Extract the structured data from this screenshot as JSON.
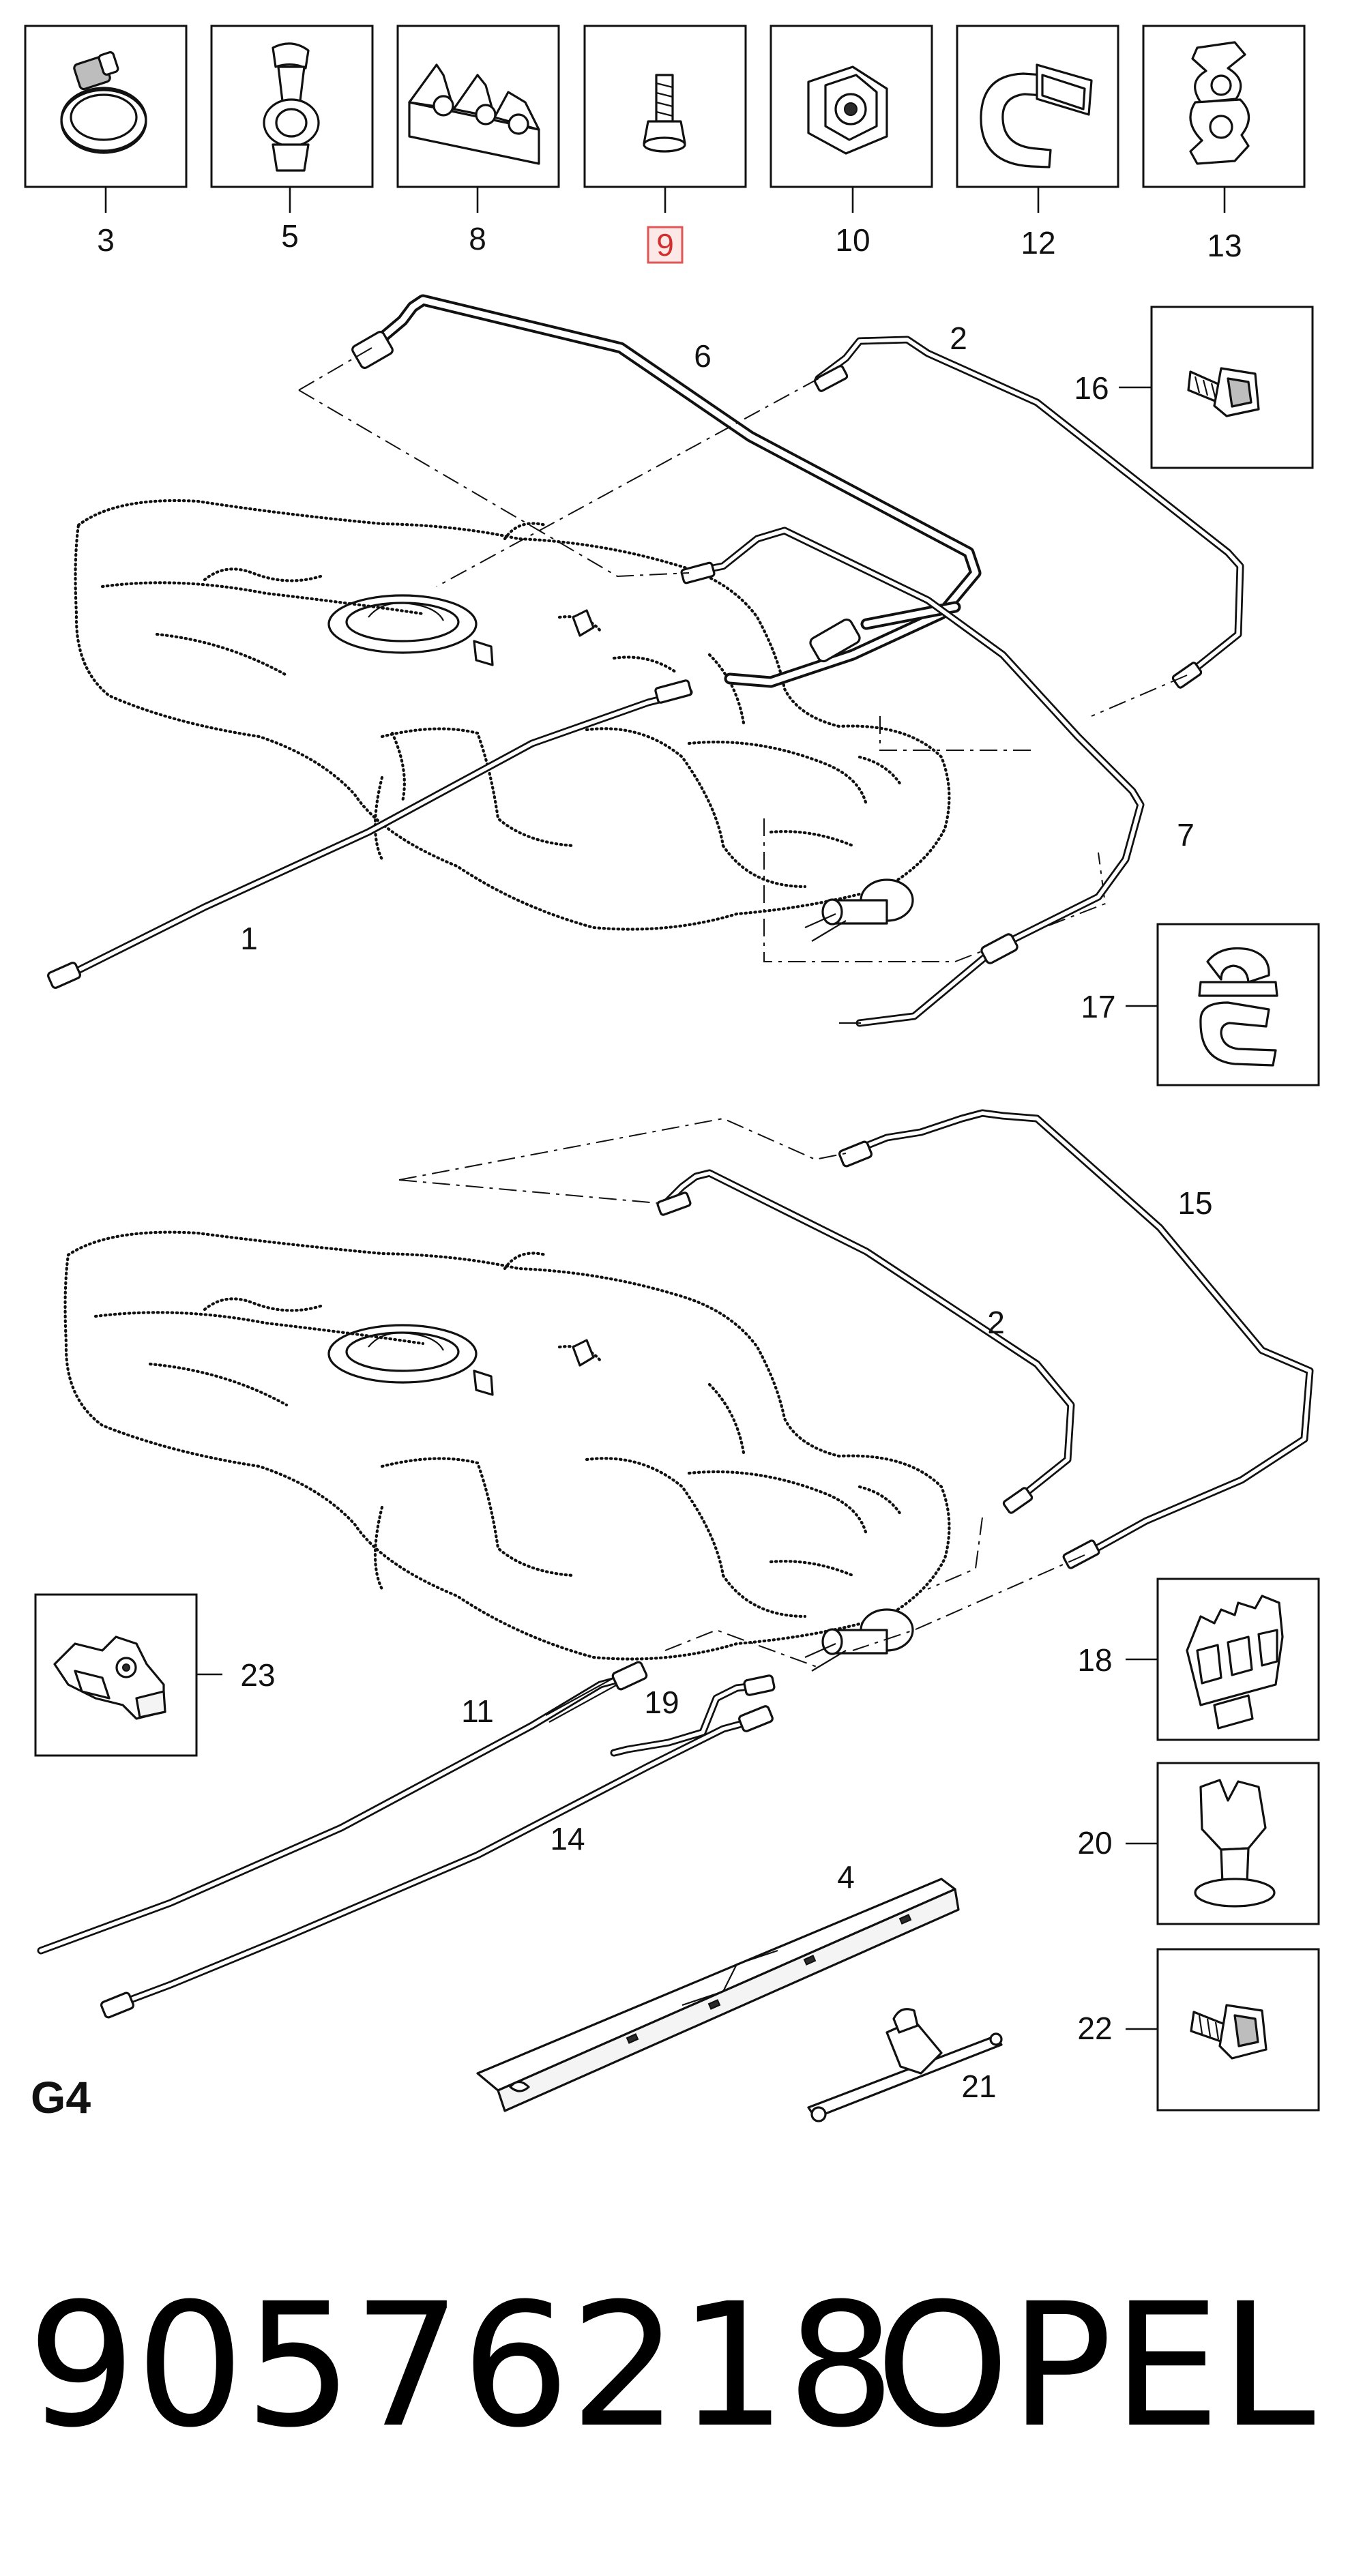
{
  "section": "G4",
  "part_number": "90576218",
  "brand": "OPEL",
  "highlighted_callout": "9",
  "callouts": {
    "c1": "1",
    "c2a": "2",
    "c2b": "2",
    "c3": "3",
    "c4": "4",
    "c5": "5",
    "c6": "6",
    "c7": "7",
    "c8": "8",
    "c9": "9",
    "c10": "10",
    "c11": "11",
    "c12": "12",
    "c13": "13",
    "c14": "14",
    "c15": "15",
    "c16": "16",
    "c17": "17",
    "c18": "18",
    "c19": "19",
    "c20": "20",
    "c21": "21",
    "c22": "22",
    "c23": "23"
  },
  "icons": {
    "highlight_color": "#e05555",
    "line_color": "#111111"
  }
}
